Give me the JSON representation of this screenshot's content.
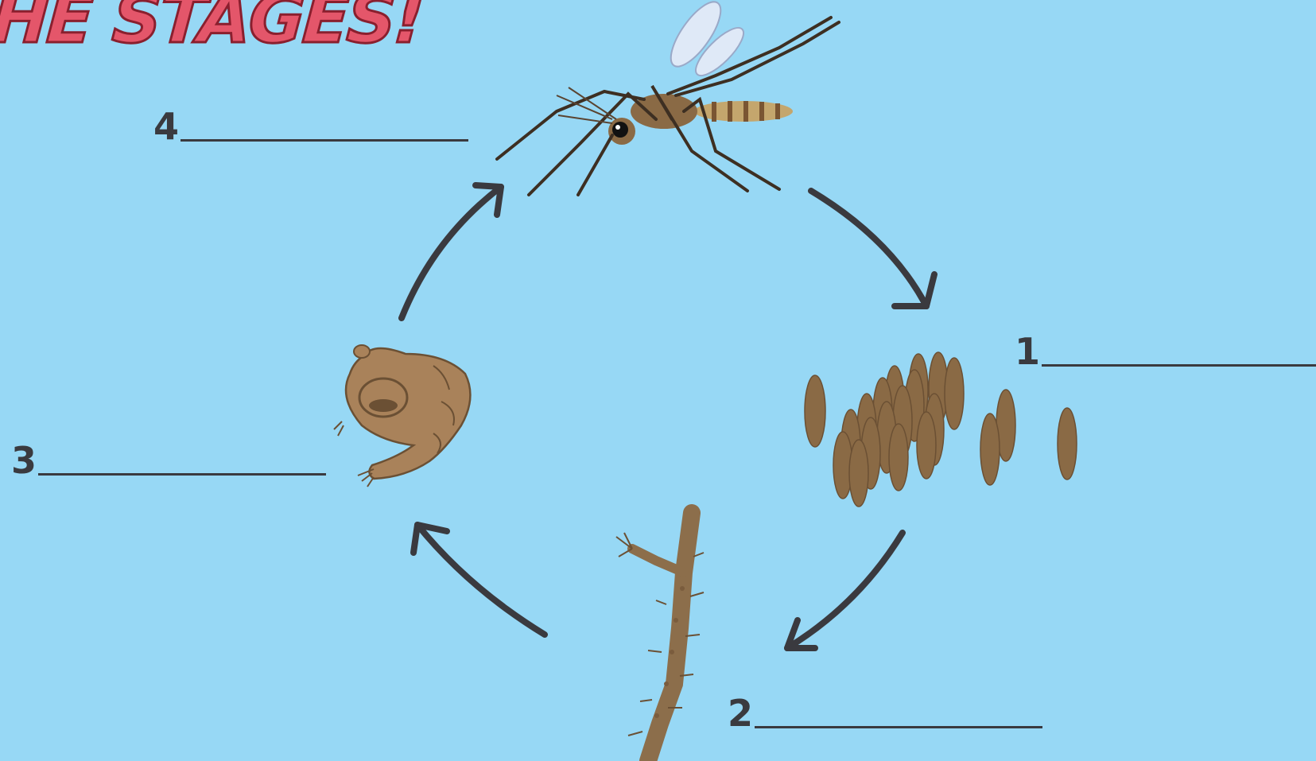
{
  "title": "HE STAGES!",
  "stages": [
    {
      "number": "1",
      "illustration": "eggs"
    },
    {
      "number": "2",
      "illustration": "larva"
    },
    {
      "number": "3",
      "illustration": "pupa"
    },
    {
      "number": "4",
      "illustration": "adult-mosquito"
    }
  ],
  "colors": {
    "background": "#97d8f5",
    "title": "#e4566a",
    "arrow": "#3a3a3f",
    "egg": "#8a6a45",
    "larva": "#8c6e4b",
    "pupa": "#a9825a"
  }
}
